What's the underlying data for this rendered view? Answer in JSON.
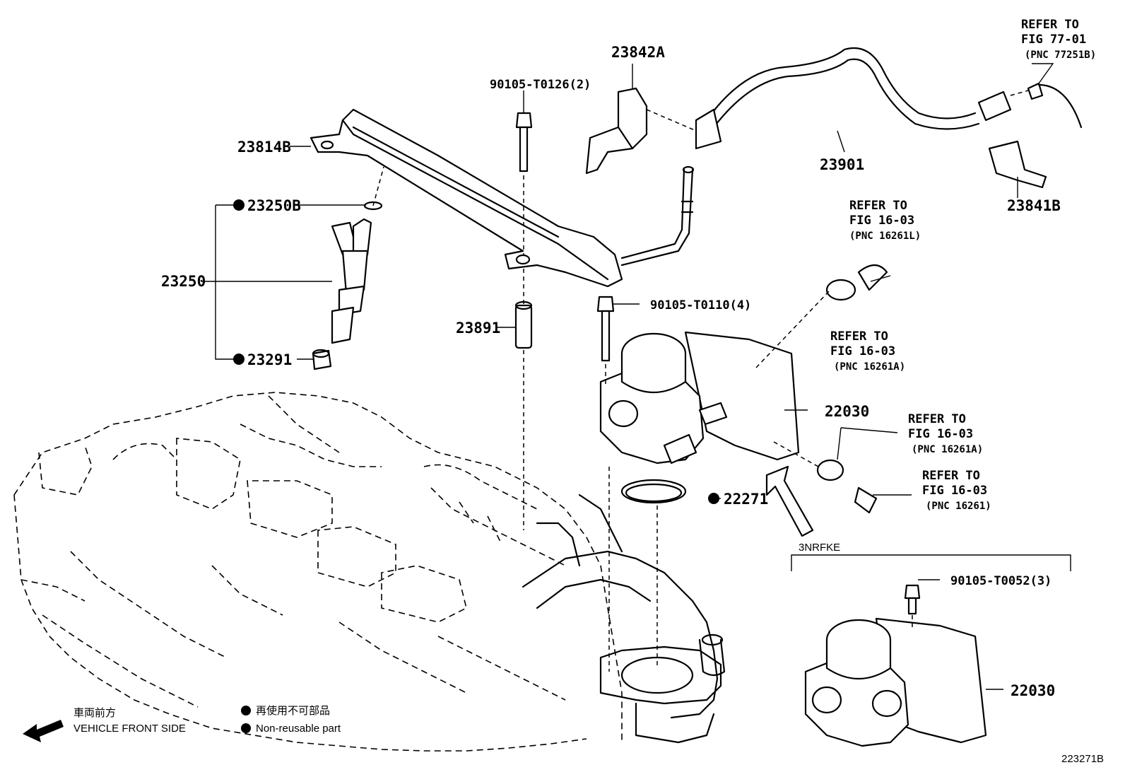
{
  "diagram_id": "223271B",
  "parts": {
    "p23842A": "23842A",
    "p90105_T0126": "90105-T0126(2)",
    "p23814B": "23814B",
    "p23250B": "23250B",
    "p23250": "23250",
    "p23291": "23291",
    "p23891": "23891",
    "p90105_T0110": "90105-T0110(4)",
    "p23901": "23901",
    "p23841B": "23841B",
    "p22030_main": "22030",
    "p22271": "22271",
    "p90105_T0052": "90105-T0052(3)",
    "p22030_variant": "22030"
  },
  "references": {
    "ref_77": {
      "line1": "REFER TO",
      "line2": "FIG 77-01",
      "line3": "(PNC 77251B)"
    },
    "ref_16_L": {
      "line1": "REFER TO",
      "line2": "FIG 16-03",
      "line3": "(PNC 16261L)"
    },
    "ref_16_A1": {
      "line1": "REFER TO",
      "line2": "FIG 16-03",
      "line3": "(PNC 16261A)"
    },
    "ref_16_A2": {
      "line1": "REFER TO",
      "line2": "FIG 16-03",
      "line3": "(PNC 16261A)"
    },
    "ref_16_base": {
      "line1": "REFER TO",
      "line2": "FIG 16-03",
      "line3": "(PNC 16261)"
    }
  },
  "variant_label": "3NRFKE",
  "legend": {
    "front_jp": "車両前方",
    "front_en": "VEHICLE FRONT SIDE",
    "nonreuse_jp": "再使用不可部品",
    "nonreuse_en": "Non-reusable part"
  },
  "colors": {
    "ink": "#000000",
    "paper": "#ffffff"
  }
}
